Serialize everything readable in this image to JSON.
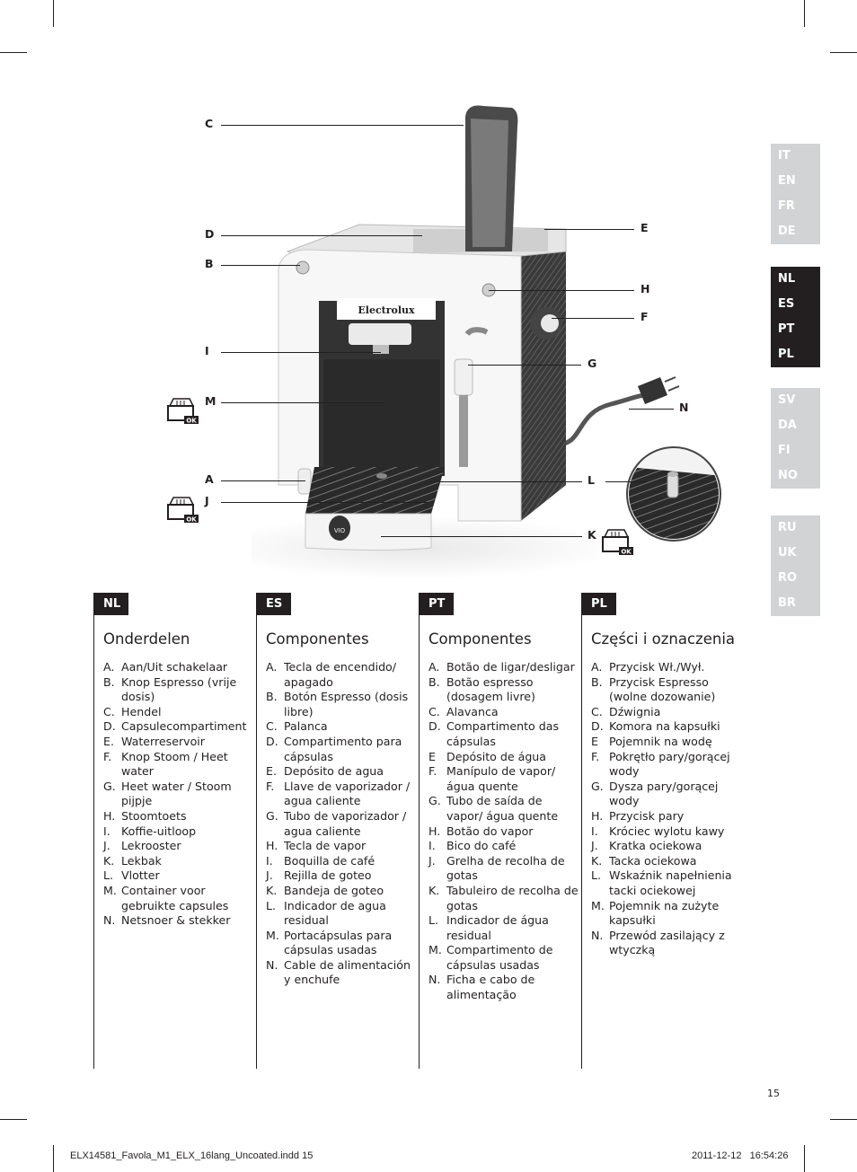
{
  "callouts": {
    "C": "C",
    "D": "D",
    "B": "B",
    "I": "I",
    "M": "M",
    "A": "A",
    "J": "J",
    "E": "E",
    "H": "H",
    "F": "F",
    "G": "G",
    "N": "N",
    "L": "L",
    "K": "K"
  },
  "machine": {
    "brand": "Electrolux",
    "badge": "VIO"
  },
  "icons": {
    "ok_label": "OK"
  },
  "language_tabs": [
    {
      "codes": [
        "IT",
        "EN",
        "FR",
        "DE"
      ],
      "active": false
    },
    {
      "codes": [
        "NL",
        "ES",
        "PT",
        "PL"
      ],
      "active": true
    },
    {
      "codes": [
        "SV",
        "DA",
        "FI",
        "NO"
      ],
      "active": false
    },
    {
      "codes": [
        "RU",
        "UK",
        "RO",
        "BR"
      ],
      "active": false
    }
  ],
  "columns": [
    {
      "tag": "NL",
      "heading": "Onderdelen",
      "items": [
        [
          "A.",
          "Aan/Uit schakelaar"
        ],
        [
          "B.",
          "Knop Espresso (vrije dosis)"
        ],
        [
          "C.",
          "Hendel"
        ],
        [
          "D.",
          "Capsulecompartiment"
        ],
        [
          "E.",
          "Waterreservoir"
        ],
        [
          "F.",
          "Knop Stoom / Heet water"
        ],
        [
          "G.",
          "Heet water / Stoom pijpje"
        ],
        [
          "H.",
          "Stoomtoets"
        ],
        [
          "I.",
          "Koffie-uitloop"
        ],
        [
          "J.",
          "Lekrooster"
        ],
        [
          "K.",
          "Lekbak"
        ],
        [
          "L.",
          "Vlotter"
        ],
        [
          "M.",
          "Container voor gebruikte capsules"
        ],
        [
          "N.",
          "Netsnoer & stekker"
        ]
      ]
    },
    {
      "tag": "ES",
      "heading": "Componentes",
      "items": [
        [
          "A.",
          "Tecla de encendido/ apagado"
        ],
        [
          "B.",
          "Botón Espresso (dosis libre)"
        ],
        [
          "C.",
          "Palanca"
        ],
        [
          "D.",
          "Compartimento para cápsulas"
        ],
        [
          "E.",
          "Depósito de agua"
        ],
        [
          "F.",
          "Llave de vaporizador / agua caliente"
        ],
        [
          "G.",
          "Tubo de vaporizador / agua caliente"
        ],
        [
          "H.",
          "Tecla de vapor"
        ],
        [
          "I.",
          "Boquilla de café"
        ],
        [
          "J.",
          "Rejilla de goteo"
        ],
        [
          "K.",
          "Bandeja de goteo"
        ],
        [
          "L.",
          "Indicador de agua residual"
        ],
        [
          "M.",
          "Portacápsulas para cápsulas usadas"
        ],
        [
          "N.",
          "Cable de alimentación y enchufe"
        ]
      ]
    },
    {
      "tag": "PT",
      "heading": "Componentes",
      "items": [
        [
          "A.",
          "Botão de ligar/desligar"
        ],
        [
          "B.",
          "Botão espresso (dosagem livre)"
        ],
        [
          "C.",
          "Alavanca"
        ],
        [
          "D.",
          "Compartimento das cápsulas"
        ],
        [
          "E",
          "Depósito de água"
        ],
        [
          "F.",
          "Manípulo de vapor/água quente"
        ],
        [
          "G.",
          "Tubo de saída de vapor/ água quente"
        ],
        [
          "H.",
          "Botão do vapor"
        ],
        [
          "I.",
          "Bico do café"
        ],
        [
          "J.",
          "Grelha de recolha de gotas"
        ],
        [
          "K.",
          "Tabuleiro de recolha de gotas"
        ],
        [
          "L.",
          "Indicador de água residual"
        ],
        [
          "M.",
          "Compartimento de cápsulas usadas"
        ],
        [
          "N.",
          "Ficha e cabo de alimentação"
        ]
      ]
    },
    {
      "tag": "PL",
      "heading": "Części i oznaczenia",
      "items": [
        [
          "A.",
          "Przycisk Wł./Wył."
        ],
        [
          "B.",
          "Przycisk Espresso (wolne dozowanie)"
        ],
        [
          "C.",
          "Dźwignia"
        ],
        [
          "D.",
          "Komora na kapsułki"
        ],
        [
          "E",
          "Pojemnik na wodę"
        ],
        [
          "F.",
          "Pokrętło pary/gorącej wody"
        ],
        [
          "G.",
          "Dysza pary/gorącej wody"
        ],
        [
          "H.",
          "Przycisk pary"
        ],
        [
          "I.",
          "Króciec wylotu kawy"
        ],
        [
          "J.",
          "Kratka ociekowa"
        ],
        [
          "K.",
          "Tacka ociekowa"
        ],
        [
          "L.",
          "Wskaźnik napełnienia tacki ociekowej"
        ],
        [
          "M.",
          "Pojemnik na zużyte kapsułki"
        ],
        [
          "N.",
          "Przewód zasilający z wtyczką"
        ]
      ]
    }
  ],
  "page_number": "15",
  "footer": {
    "file": "ELX14581_Favola_M1_ELX_16lang_Uncoated.indd   15",
    "date": "2011-12-12   16:54:26"
  }
}
